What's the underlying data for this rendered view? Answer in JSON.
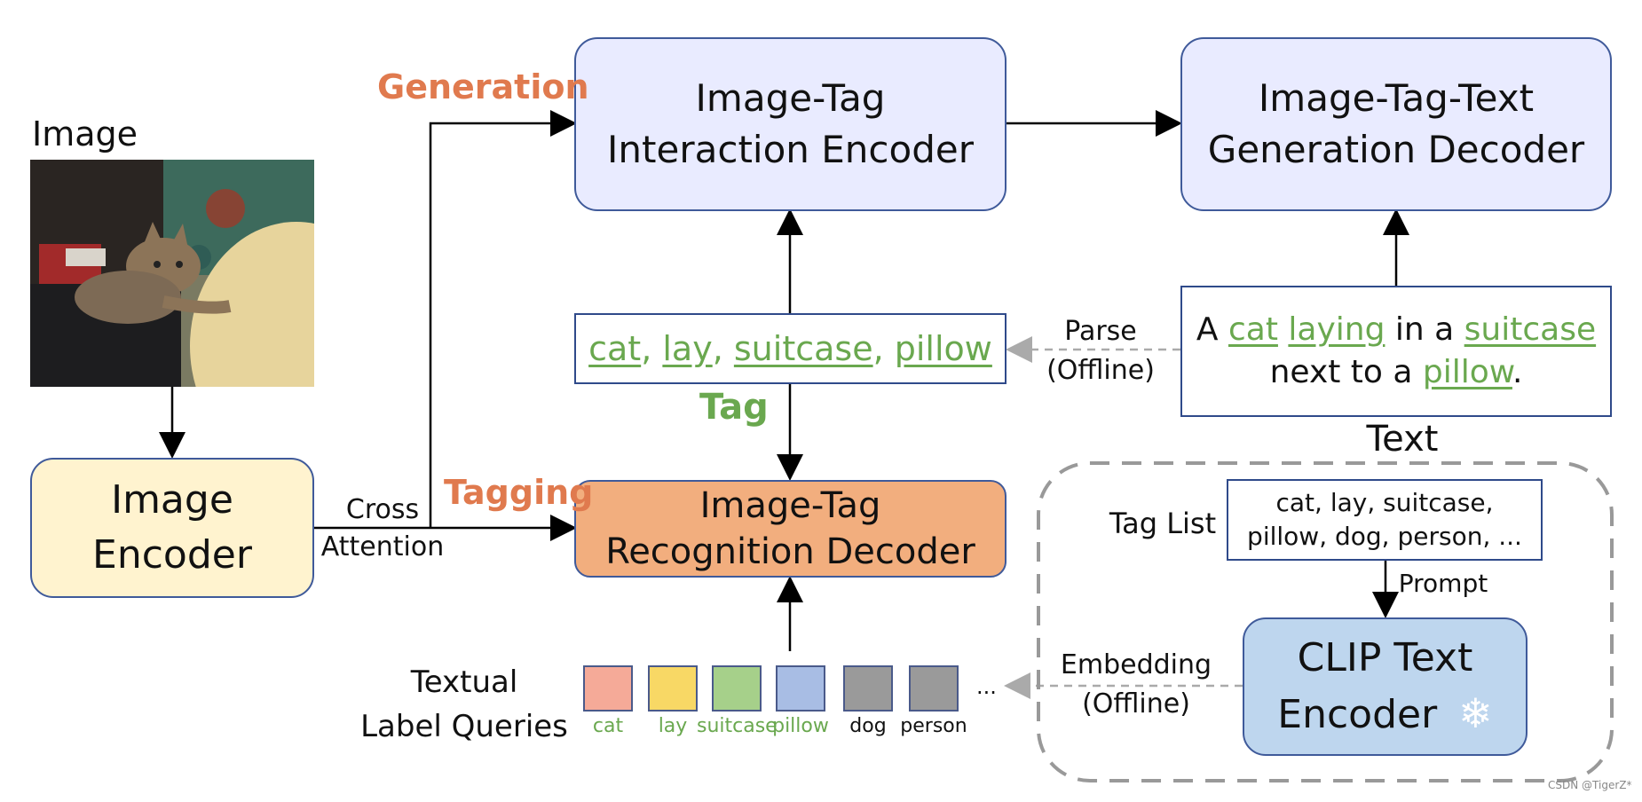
{
  "image_title": "Image",
  "boxes": {
    "interaction_encoder": [
      "Image-Tag",
      "Interaction Encoder"
    ],
    "generation_decoder": [
      "Image-Tag-Text",
      "Generation Decoder"
    ],
    "image_encoder": [
      "Image",
      "Encoder"
    ],
    "recognition_decoder": [
      "Image-Tag",
      "Recognition Decoder"
    ],
    "clip_encoder": [
      "CLIP Text",
      "Encoder"
    ]
  },
  "labels": {
    "generation": "Generation",
    "tagging": "Tagging",
    "tag": "Tag",
    "text": "Text",
    "cross": "Cross",
    "attention": "Attention",
    "parse": "Parse",
    "parse_offline": "(Offline)",
    "embedding": "Embedding",
    "embedding_offline": "(Offline)",
    "tag_list": "Tag List",
    "prompt": "Prompt",
    "textual": "Textual",
    "label_queries": "Label Queries",
    "ellipsis": "...",
    "watermark": "CSDN @TigerZ*"
  },
  "tags_line": {
    "tag1": "cat",
    "sep1": ", ",
    "tag2": "lay",
    "sep2": ", ",
    "tag3": "suitcase",
    "sep3": ", ",
    "tag4": "pillow"
  },
  "caption": {
    "w1": "A ",
    "w2": "cat",
    "w3": " ",
    "w4": "laying",
    "w5": " in a ",
    "w6": "suitcase",
    "w7": "next to a ",
    "w8": "pillow",
    "w9": "."
  },
  "tag_list": [
    "cat, lay, suitcase,",
    "pillow, dog, person, ..."
  ],
  "queries": [
    {
      "label": "cat",
      "color": "#f5aa98",
      "green": true
    },
    {
      "label": "lay",
      "color": "#f8d865",
      "green": true
    },
    {
      "label": "suitcase",
      "color": "#a6d08a",
      "green": true
    },
    {
      "label": "pillow",
      "color": "#a8bde4",
      "green": true
    },
    {
      "label": "dog",
      "color": "#9a9a9a",
      "green": false
    },
    {
      "label": "person",
      "color": "#9a9a9a",
      "green": false
    }
  ],
  "snowflake": "❄",
  "colors": {
    "accent_orange": "#e07a4e",
    "tag_green": "#6aa84f"
  }
}
